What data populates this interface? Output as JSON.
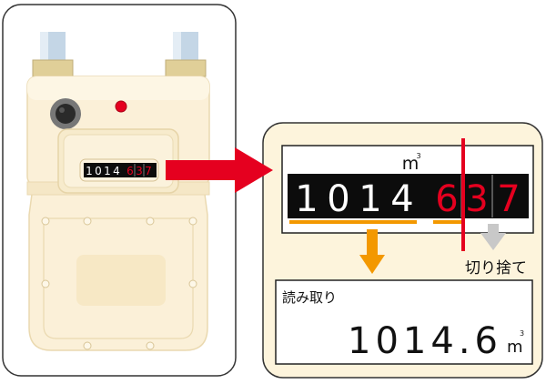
{
  "meter": {
    "small_counter": {
      "integer_digits": [
        "1",
        "0",
        "1",
        "4"
      ],
      "decimal_digits": [
        "6",
        "3",
        "7"
      ]
    }
  },
  "zoom_panel": {
    "unit": "m",
    "unit_superscript": "3",
    "integer_digits": [
      "1",
      "0",
      "1",
      "4"
    ],
    "decimal_digits": [
      "6",
      "3",
      "7"
    ],
    "truncate_label": "切り捨て"
  },
  "reading_box": {
    "label": "読み取り",
    "value": "1014.6",
    "unit": "m",
    "unit_superscript": "3"
  },
  "colors": {
    "decimal_red": "#e5001f",
    "arrow_red": "#e5001f",
    "arrow_orange": "#f39800",
    "arrow_gray": "#c8c8c8",
    "panel_bg": "#fdf4dc",
    "meter_body": "#fbf0d8"
  }
}
